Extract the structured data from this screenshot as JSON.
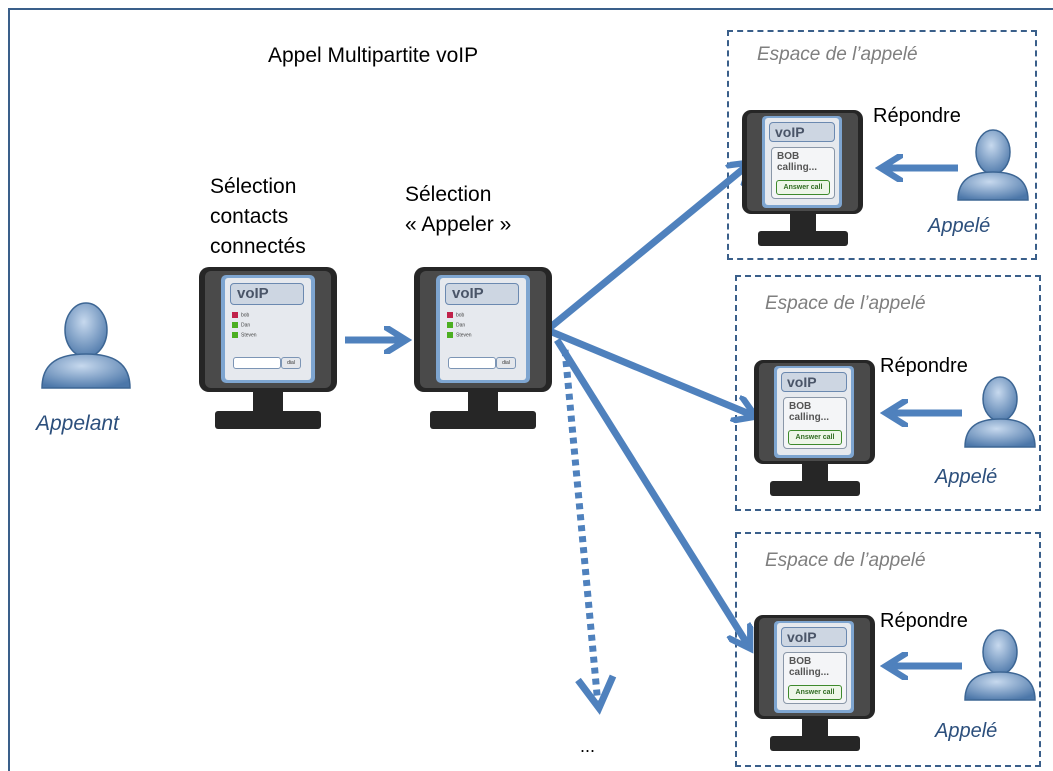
{
  "title": "Appel Multipartite voIP",
  "caller": {
    "label": "Appelant"
  },
  "steps": {
    "select_contacts": [
      "Sélection",
      "contacts",
      "connectés"
    ],
    "select_call": [
      "Sélection",
      "« Appeler »"
    ]
  },
  "screen_app": {
    "name": "voIP",
    "contacts": [
      "bob",
      "Dan",
      "Steven"
    ],
    "dial_button": "dial"
  },
  "callee_screen": {
    "name": "voIP",
    "message_line1": "BOB",
    "message_line2": "calling...",
    "answer_button": "Answer call"
  },
  "callees": [
    {
      "space_label": "Espace de l’appelé",
      "action": "Répondre",
      "person": "Appelé"
    },
    {
      "space_label": "Espace de l’appelé",
      "action": "Répondre",
      "person": "Appelé"
    },
    {
      "space_label": "Espace de l’appelé",
      "action": "Répondre",
      "person": "Appelé"
    }
  ],
  "ellipsis": "...",
  "colors": {
    "arrow": "#4f81bd",
    "border": "#3a5f8a",
    "person": "#5b86b8",
    "monitor": "#262626"
  }
}
